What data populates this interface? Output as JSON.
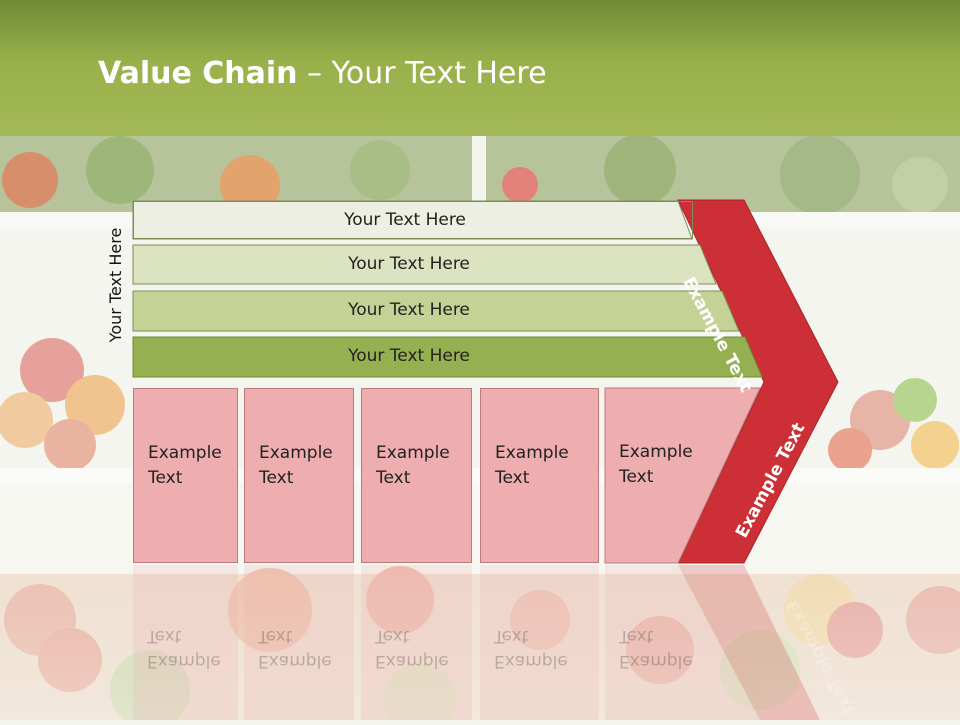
{
  "slide": {
    "title_bold": "Value Chain",
    "title_rest": " – Your Text Here",
    "side_label": "Your Text Here",
    "support_bars": [
      {
        "label": "Your Text Here",
        "color": "#ecefe1"
      },
      {
        "label": "Your Text Here",
        "color": "#dbe3c1"
      },
      {
        "label": "Your Text Here",
        "color": "#c5d295"
      },
      {
        "label": "Your Text Here",
        "color": "#95b050"
      }
    ],
    "primary_boxes": [
      {
        "label": "Example\nText"
      },
      {
        "label": "Example\nText"
      },
      {
        "label": "Example\nText"
      },
      {
        "label": "Example\nText"
      },
      {
        "label": "Example\nText"
      }
    ],
    "chevron_upper": "Example Text",
    "chevron_lower": "Example Text",
    "colors": {
      "header": "#98b04a",
      "chevron": "#cc2f35",
      "box": "#eeadae"
    }
  }
}
